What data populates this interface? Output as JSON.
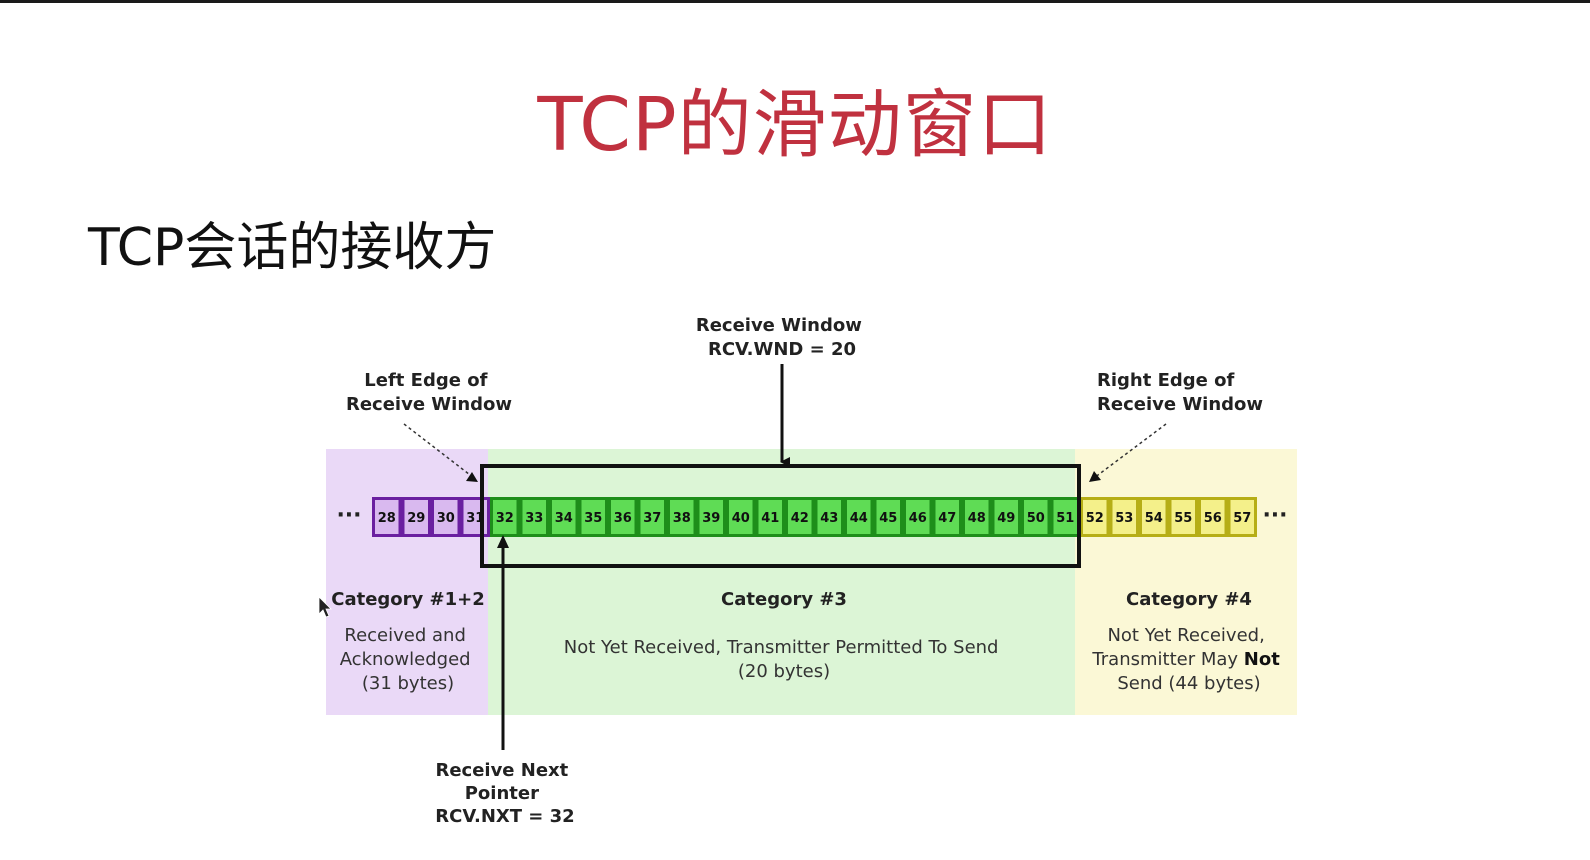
{
  "slide": {
    "title": "TCP的滑动窗口",
    "subtitle": "TCP会话的接收方"
  },
  "ellipsis": "···",
  "labels": {
    "receive_window": [
      "Receive Window",
      "RCV.WND = 20"
    ],
    "left_edge": [
      "Left Edge of",
      "Receive Window"
    ],
    "right_edge": [
      "Right Edge of",
      "Receive Window"
    ],
    "receive_next": [
      "Receive Next",
      "Pointer",
      "RCV.NXT = 32"
    ]
  },
  "categories": [
    {
      "id": "cat12",
      "title": "Category #1+2",
      "desc": [
        "Received and",
        "Acknowledged",
        "(31 bytes)"
      ],
      "color_bg": "#ead9f7",
      "color_cell": "#d9b9ef",
      "color_border": "#6a1fa0",
      "bytes": [
        28,
        29,
        30,
        31
      ]
    },
    {
      "id": "cat3",
      "title": "Category #3",
      "desc": [
        "Not Yet Received, Transmitter Permitted To Send",
        "(20 bytes)"
      ],
      "color_bg": "#dcf5d6",
      "color_cell": "#5fdc55",
      "color_border": "#1e8e1a",
      "bytes": [
        32,
        33,
        34,
        35,
        36,
        37,
        38,
        39,
        40,
        41,
        42,
        43,
        44,
        45,
        46,
        47,
        48,
        49,
        50,
        51
      ]
    },
    {
      "id": "cat4",
      "title": "Category #4",
      "desc": [
        "Not Yet Received,",
        "Transmitter May ",
        "Not",
        "Send (44 bytes)"
      ],
      "color_bg": "#fbf8d6",
      "color_cell": "#f4f08a",
      "color_border": "#b6ae16",
      "bytes": [
        52,
        53,
        54,
        55,
        56,
        57
      ]
    }
  ]
}
